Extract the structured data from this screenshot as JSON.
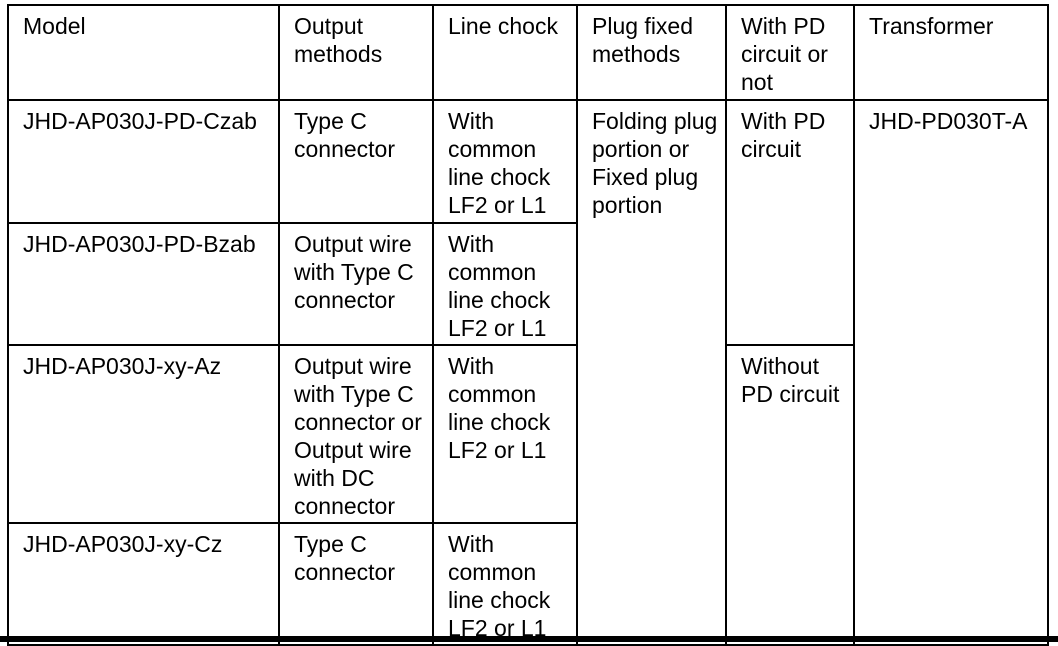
{
  "table": {
    "headers": {
      "model": "Model",
      "output_methods": "Output methods",
      "line_chock": "Line chock",
      "plug_fixed_methods": "Plug fixed methods",
      "pd_circuit": "With PD circuit or not",
      "transformer": "Transformer"
    },
    "rows": [
      {
        "model": "JHD-AP030J-PD-Czab",
        "output_methods": "Type C connector",
        "line_chock": "With common line chock LF2 or L1"
      },
      {
        "model": "JHD-AP030J-PD-Bzab",
        "output_methods": "Output wire with Type C connector",
        "line_chock": "With common line chock LF2 or L1"
      },
      {
        "model": "JHD-AP030J-xy-Az",
        "output_methods": "Output wire with Type C connector or Output wire with DC connector",
        "line_chock": "With common line chock LF2 or L1"
      },
      {
        "model": "JHD-AP030J-xy-Cz",
        "output_methods": "Type C connector",
        "line_chock": "With common line chock LF2 or L1"
      }
    ],
    "merged": {
      "plug_fixed_methods": "Folding plug portion or Fixed plug portion",
      "pd_circuit_with": "With PD circuit",
      "pd_circuit_without": "Without PD circuit",
      "transformer": "JHD-PD030T-A"
    },
    "colors": {
      "border": "#000000",
      "text": "#000000",
      "background": "#ffffff"
    }
  }
}
